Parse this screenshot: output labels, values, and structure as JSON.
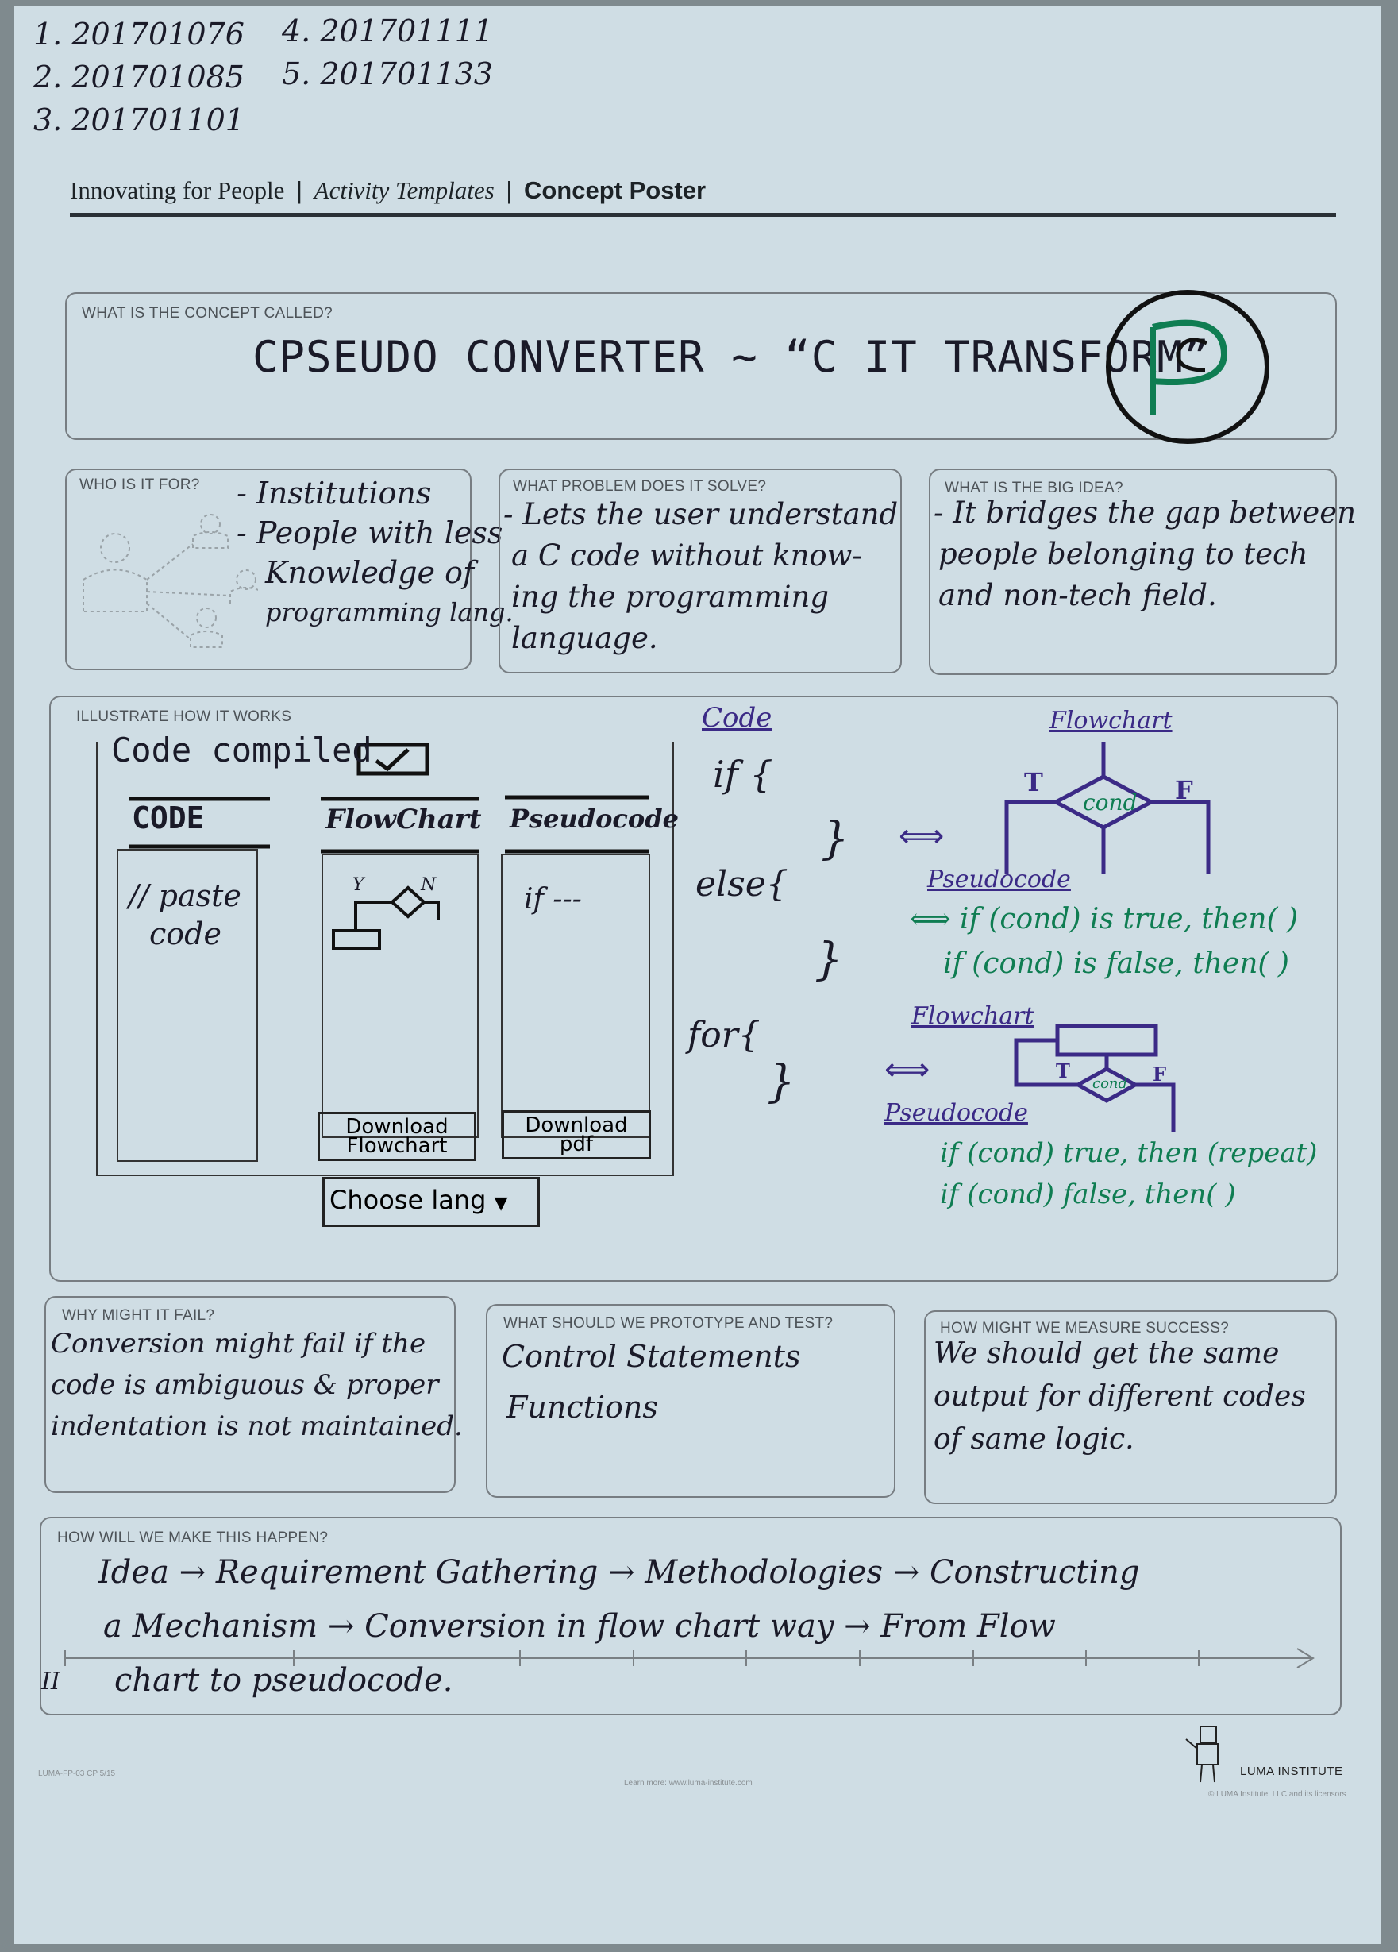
{
  "student_ids": {
    "col1": [
      "1. 201701076",
      "2. 201701085",
      "3. 201701101"
    ],
    "col2": [
      "4. 201701111",
      "5. 201701133"
    ]
  },
  "header": {
    "org": "Innovating for People",
    "sep1": "|",
    "section": "Activity Templates",
    "sep2": "|",
    "title": "Concept Poster"
  },
  "concept": {
    "label": "WHAT IS THE CONCEPT CALLED?",
    "name": "CPSEUDO CONVERTER ~ “C IT TRANSFORM”",
    "logo_letters": "PC"
  },
  "who": {
    "label": "WHO IS IT FOR?",
    "lines": [
      "- Institutions",
      "- People with less",
      "Knowledge of",
      "programming lang."
    ]
  },
  "problem": {
    "label": "WHAT PROBLEM DOES IT SOLVE?",
    "lines": [
      "- Lets the user understand",
      "a C code without know-",
      "ing the programming",
      "language."
    ]
  },
  "big_idea": {
    "label": "WHAT IS THE BIG IDEA?",
    "lines": [
      "- It bridges the gap between",
      "people belonging to tech",
      "and non-tech field."
    ]
  },
  "illustrate": {
    "label": "ILLUSTRATE HOW IT WORKS",
    "compiled": "Code compiled",
    "columns": [
      "CODE",
      "FlowChart",
      "Pseudocode"
    ],
    "paste": [
      "// paste",
      "code"
    ],
    "flow_y": "Y",
    "flow_n": "N",
    "pseudo_snip": "if ---",
    "btn_flowchart": [
      "Download",
      "Flowchart"
    ],
    "btn_pdf": [
      "Download",
      "pdf"
    ],
    "choose": "Choose lang"
  },
  "code_example": {
    "code_title": "Code",
    "if_open": "if {",
    "if_close": "}",
    "else_open": "else{",
    "else_close": "}",
    "for_open": "for{",
    "for_close": "}",
    "arrow": "⟺",
    "flow1_title": "Flowchart",
    "t": "T",
    "f": "F",
    "cond": "cond",
    "pseudo1_title": "Pseudocode",
    "pseudo1_lines": [
      "⟺ if (cond) is true, then(   )",
      "if (cond) is false, then(   )"
    ],
    "flow2_title": "Flowchart",
    "pseudo2_title": "Pseudocode",
    "pseudo2_lines": [
      "if (cond) true, then (repeat)",
      "if (cond) false, then(        )"
    ]
  },
  "fail": {
    "label": "WHY MIGHT IT FAIL?",
    "lines": [
      "Conversion might fail if the",
      "code is ambiguous & proper",
      "indentation is not maintained."
    ]
  },
  "prototype": {
    "label": "WHAT SHOULD WE PROTOTYPE AND TEST?",
    "lines": [
      "Control Statements",
      "Functions"
    ]
  },
  "measure": {
    "label": "HOW MIGHT WE MEASURE SUCCESS?",
    "lines": [
      "We should get the same",
      "output for different codes",
      "of same logic."
    ]
  },
  "make": {
    "label": "HOW WILL WE MAKE THIS HAPPEN?",
    "lines": [
      "Idea → Requirement Gathering → Methodologies → Constructing",
      "a Mechanism → Conversion in flow chart way → From Flow",
      "chart to pseudocode."
    ],
    "mark": "II"
  },
  "footer": {
    "brand": "LUMA INSTITUTE",
    "left_small": "LUMA-FP-03 CP 5/15",
    "center_small": "Learn more: www.luma-institute.com",
    "right_small": "© LUMA Institute, LLC and its licensors"
  },
  "colors": {
    "paper": "#cfdde4",
    "green_ink": "#0f7d52",
    "purple_ink": "#3b2a86",
    "black_ink": "#1a1a28"
  }
}
